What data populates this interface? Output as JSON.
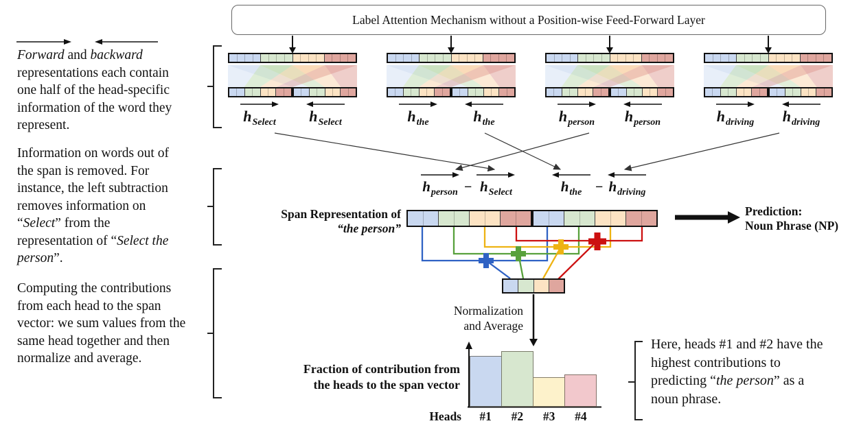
{
  "palette": {
    "blue": "#c9d8f0",
    "green": "#d7e7cf",
    "orange": "#fce3c3",
    "red": "#dfa69e",
    "chart_yellow": "#fdf2cb",
    "chart_pink": "#f2c8cc",
    "line_blue": "#2f62c4",
    "line_green": "#58a13c",
    "line_yellow": "#eeb313",
    "line_red": "#cc1010"
  },
  "title_box": {
    "label": "Label Attention Mechanism without a Position-wise Feed-Forward Layer"
  },
  "symbols": {
    "h": "h",
    "minus": "−"
  },
  "units": [
    {
      "word": "Select"
    },
    {
      "word": "the"
    },
    {
      "word": "person"
    },
    {
      "word": "driving"
    }
  ],
  "notes": {
    "note1": {
      "forward": "Forward",
      "and": " and ",
      "backward": "backward",
      "rest": " representations each contain one half of the head-specific information of the word they represent."
    },
    "note2": {
      "p1": "Information on words out of the span is removed. For instance, the left subtraction removes information on “",
      "w1": "Select",
      "p2": "” from the representation of “",
      "w2": "Select the person",
      "p3": "”."
    },
    "note3": {
      "text": "Computing the contributions from each head to the span vector: we sum values from the same head together and then normalize and average."
    },
    "right_note": {
      "p1": "Here, heads #1 and #2 have the highest contributions to predicting “",
      "w1": "the person",
      "p2": "” as a noun phrase."
    }
  },
  "formulas": [
    {
      "minuend": "person",
      "subtrahend": "Select",
      "direction": "forward"
    },
    {
      "minuend": "the",
      "subtrahend": "driving",
      "direction": "backward"
    }
  ],
  "span_section": {
    "label_line1": "Span Representation of",
    "label_line2": "“the person”"
  },
  "prediction": {
    "line1": "Prediction:",
    "line2": "Noun Phrase (NP)"
  },
  "normalization": {
    "line1": "Normalization",
    "line2": "and Average"
  },
  "chart_data": {
    "type": "bar",
    "categories": [
      "#1",
      "#2",
      "#3",
      "#4"
    ],
    "values": [
      0.8,
      0.88,
      0.47,
      0.51
    ],
    "title": "Fraction of contribution from the heads to the span vector",
    "title_line1": "Fraction of contribution from",
    "title_line2": "the heads to the span vector",
    "xlabel": "Heads",
    "ylabel": "",
    "ylim": [
      0,
      1
    ],
    "grid": false,
    "legend_position": "none",
    "bar_colors": [
      "#c9d8f0",
      "#d7e7cf",
      "#fdf2cb",
      "#f2c8cc"
    ]
  }
}
